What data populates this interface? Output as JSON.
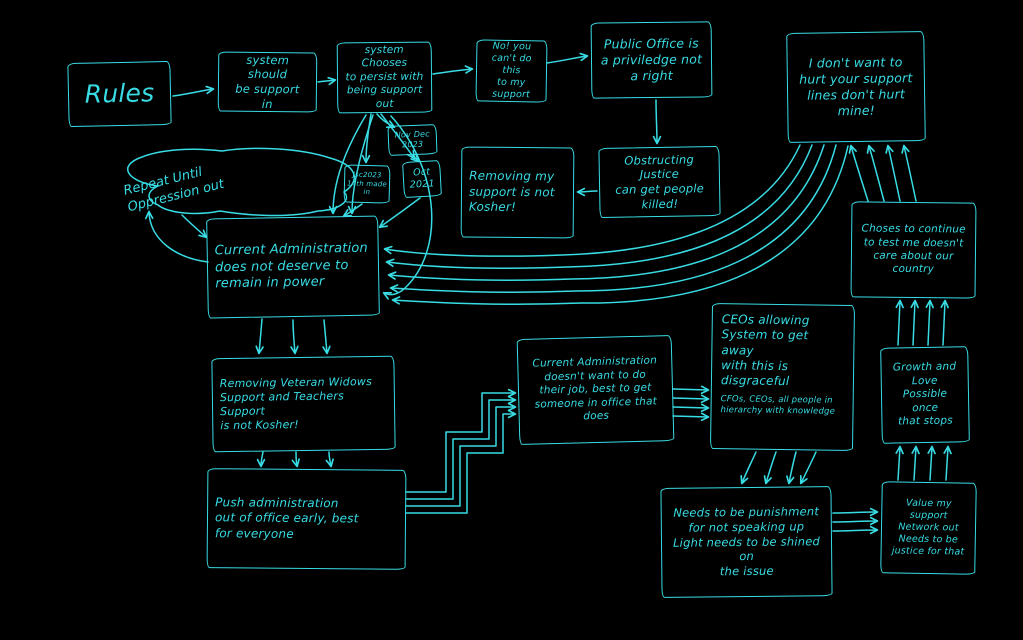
{
  "canvas": {
    "background": "#000000",
    "ink": "#38dce4"
  },
  "nodes": {
    "rules": {
      "label": "Rules"
    },
    "system_should": {
      "label": "system should\nbe support\nin"
    },
    "system_chooses": {
      "label": "system Chooses\nto persist with\nbeing support out"
    },
    "no_cant": {
      "label": "No! you\ncan't do this\nto my\nsupport"
    },
    "public_office": {
      "label": "Public Office is\na priviledge not\na right"
    },
    "dont_want": {
      "label": "I don't want to\nhurt your support\nlines don't hurt\nmine!"
    },
    "nov_dec": {
      "label": "Nov Dec\n2023"
    },
    "jsc": {
      "label": "Jsc2023\n14th made in"
    },
    "oct": {
      "label": "Oct\n2021"
    },
    "removing_support": {
      "label": "Removing my\nsupport is not\nKosher!"
    },
    "obstructing": {
      "label": "Obstructing Justice\ncan get people\nkilled!"
    },
    "repeat_cloud": {
      "label": "Repeat Until\nOppression out"
    },
    "current_admin": {
      "label": "Current Administration\ndoes not deserve to\nremain in power"
    },
    "choses_continue": {
      "label": "Choses to continue\nto test me doesn't\ncare about our country"
    },
    "removing_veteran": {
      "label": "Removing Veteran Widows\nSupport and Teachers Support\nis not Kosher!"
    },
    "current_admin2": {
      "label": "Current Administration\ndoesn't want to do\ntheir job, best to get\nsomeone in office that\ndoes"
    },
    "ceos": {
      "label": "CEOs allowing\nSystem to get away\nwith this is\ndisgraceful",
      "sublabel": "CFOs, CEOs, all people in\nhierarchy with knowledge"
    },
    "growth_love": {
      "label": "Growth and Love\nPossible once\nthat stops"
    },
    "push_admin": {
      "label": "Push administration\nout of office early, best\nfor everyone"
    },
    "needs_punishment": {
      "label": "Needs to be punishment\nfor not speaking up\nLight needs to be shined on\nthe issue"
    },
    "value_support": {
      "label": "Value my support\nNetwork out\nNeeds to be\njustice for that"
    }
  }
}
